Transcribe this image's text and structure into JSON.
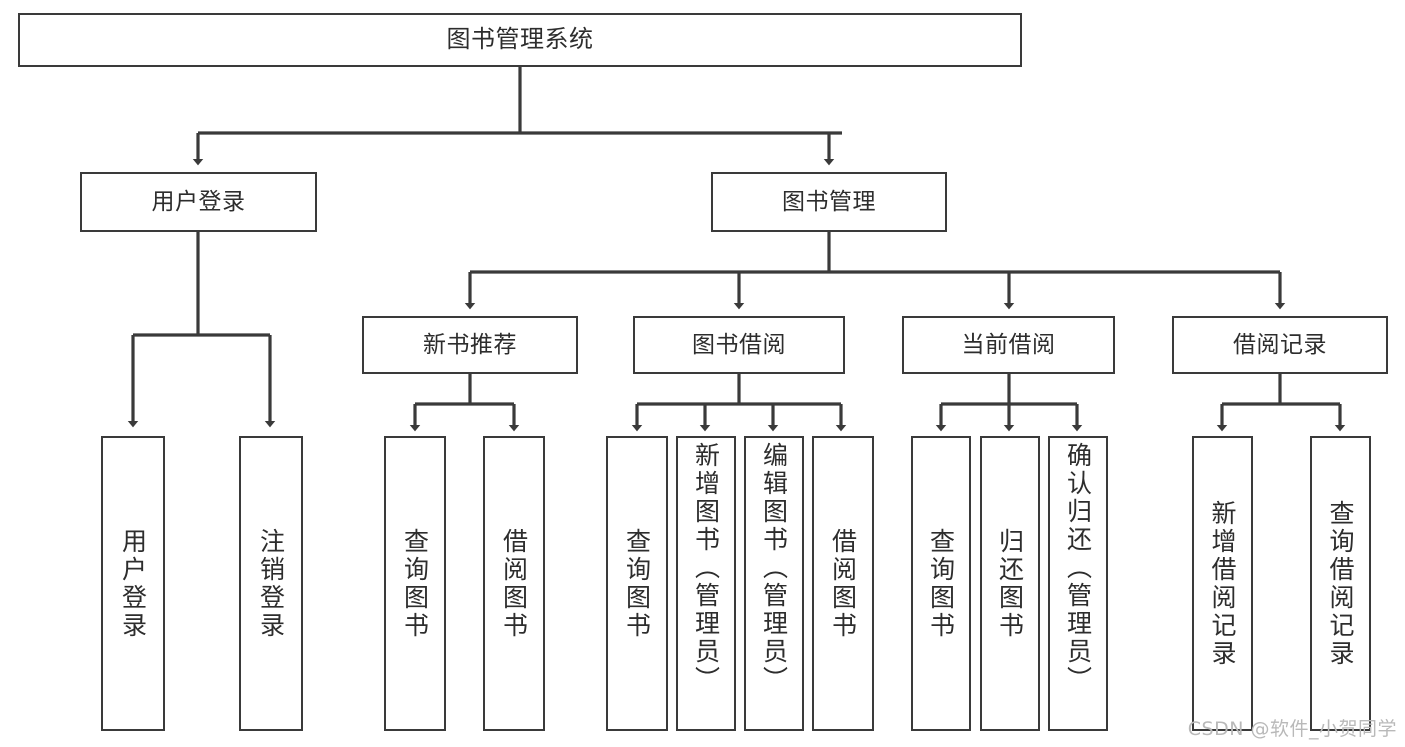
{
  "diagram": {
    "title": "图书管理系统",
    "type": "hierarchy-tree",
    "watermark": "CSDN @软件_小贺同学",
    "colors": {
      "stroke": "#3a3a3a",
      "fill": "#ffffff",
      "text": "#2d2d2d",
      "watermark": "#b9b9b9"
    },
    "root": {
      "label": "图书管理系统"
    },
    "level1": [
      {
        "label": "用户登录"
      },
      {
        "label": "图书管理"
      }
    ],
    "level2": [
      {
        "label": "新书推荐"
      },
      {
        "label": "图书借阅"
      },
      {
        "label": "当前借阅"
      },
      {
        "label": "借阅记录"
      }
    ],
    "leaves": {
      "user_login": [
        {
          "label": "用户登录"
        },
        {
          "label": "注销登录"
        }
      ],
      "new_book": [
        {
          "label": "查询图书"
        },
        {
          "label": "借阅图书"
        }
      ],
      "book_borrow": [
        {
          "label": "查询图书"
        },
        {
          "label": "新增图书（管理员）"
        },
        {
          "label": "编辑图书（管理员）"
        },
        {
          "label": "借阅图书"
        }
      ],
      "current_borrow": [
        {
          "label": "查询图书"
        },
        {
          "label": "归还图书"
        },
        {
          "label": "确认归还（管理员）"
        }
      ],
      "borrow_record": [
        {
          "label": "新增借阅记录"
        },
        {
          "label": "查询借阅记录"
        }
      ]
    }
  }
}
